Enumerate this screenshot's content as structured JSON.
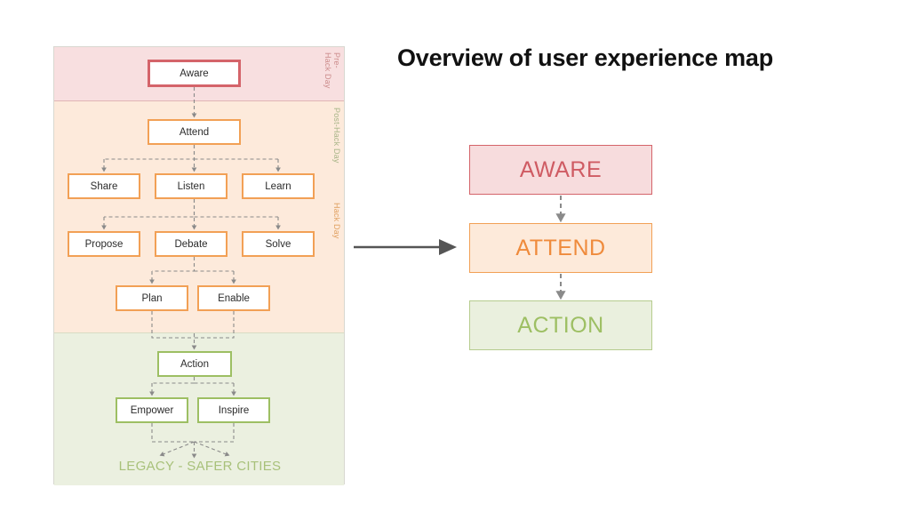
{
  "page": {
    "title": "Overview of user experience map",
    "background": "#ffffff"
  },
  "colors": {
    "pre_hack_band": "#f8dfe0",
    "hack_band": "#fdeadb",
    "post_hack_band": "#ebf0e0",
    "red_accent": "#d4646a",
    "orange_accent": "#f2a055",
    "green_accent": "#9dbf63",
    "edge_gray": "#8a8a8a",
    "arrow_gray": "#555555"
  },
  "map": {
    "bands": [
      {
        "id": "pre",
        "label": "Pre-\nHack Day",
        "label_color": "#cc8c8c"
      },
      {
        "id": "hack",
        "label": "Hack Day",
        "label_color": "#e0a060"
      },
      {
        "id": "post",
        "label": "Post-Hack Day",
        "label_color": "#a8b588"
      }
    ],
    "nodes": [
      {
        "id": "aware",
        "label": "Aware",
        "band": "pre",
        "style": "red"
      },
      {
        "id": "attend",
        "label": "Attend",
        "band": "hack",
        "style": "orange"
      },
      {
        "id": "share",
        "label": "Share",
        "band": "hack",
        "style": "orange"
      },
      {
        "id": "listen",
        "label": "Listen",
        "band": "hack",
        "style": "orange"
      },
      {
        "id": "learn",
        "label": "Learn",
        "band": "hack",
        "style": "orange"
      },
      {
        "id": "propose",
        "label": "Propose",
        "band": "hack",
        "style": "orange"
      },
      {
        "id": "debate",
        "label": "Debate",
        "band": "hack",
        "style": "orange"
      },
      {
        "id": "solve",
        "label": "Solve",
        "band": "hack",
        "style": "orange"
      },
      {
        "id": "plan",
        "label": "Plan",
        "band": "hack",
        "style": "orange"
      },
      {
        "id": "enable",
        "label": "Enable",
        "band": "hack",
        "style": "orange"
      },
      {
        "id": "action",
        "label": "Action",
        "band": "post",
        "style": "green"
      },
      {
        "id": "empower",
        "label": "Empower",
        "band": "post",
        "style": "green"
      },
      {
        "id": "inspire",
        "label": "Inspire",
        "band": "post",
        "style": "green"
      }
    ],
    "outcome_label": "LEGACY - SAFER CITIES"
  },
  "summary": {
    "boxes": [
      {
        "id": "aware",
        "label": "AWARE"
      },
      {
        "id": "attend",
        "label": "ATTEND"
      },
      {
        "id": "action",
        "label": "ACTION"
      }
    ]
  },
  "connector": {
    "name": "summarizes-arrow"
  }
}
